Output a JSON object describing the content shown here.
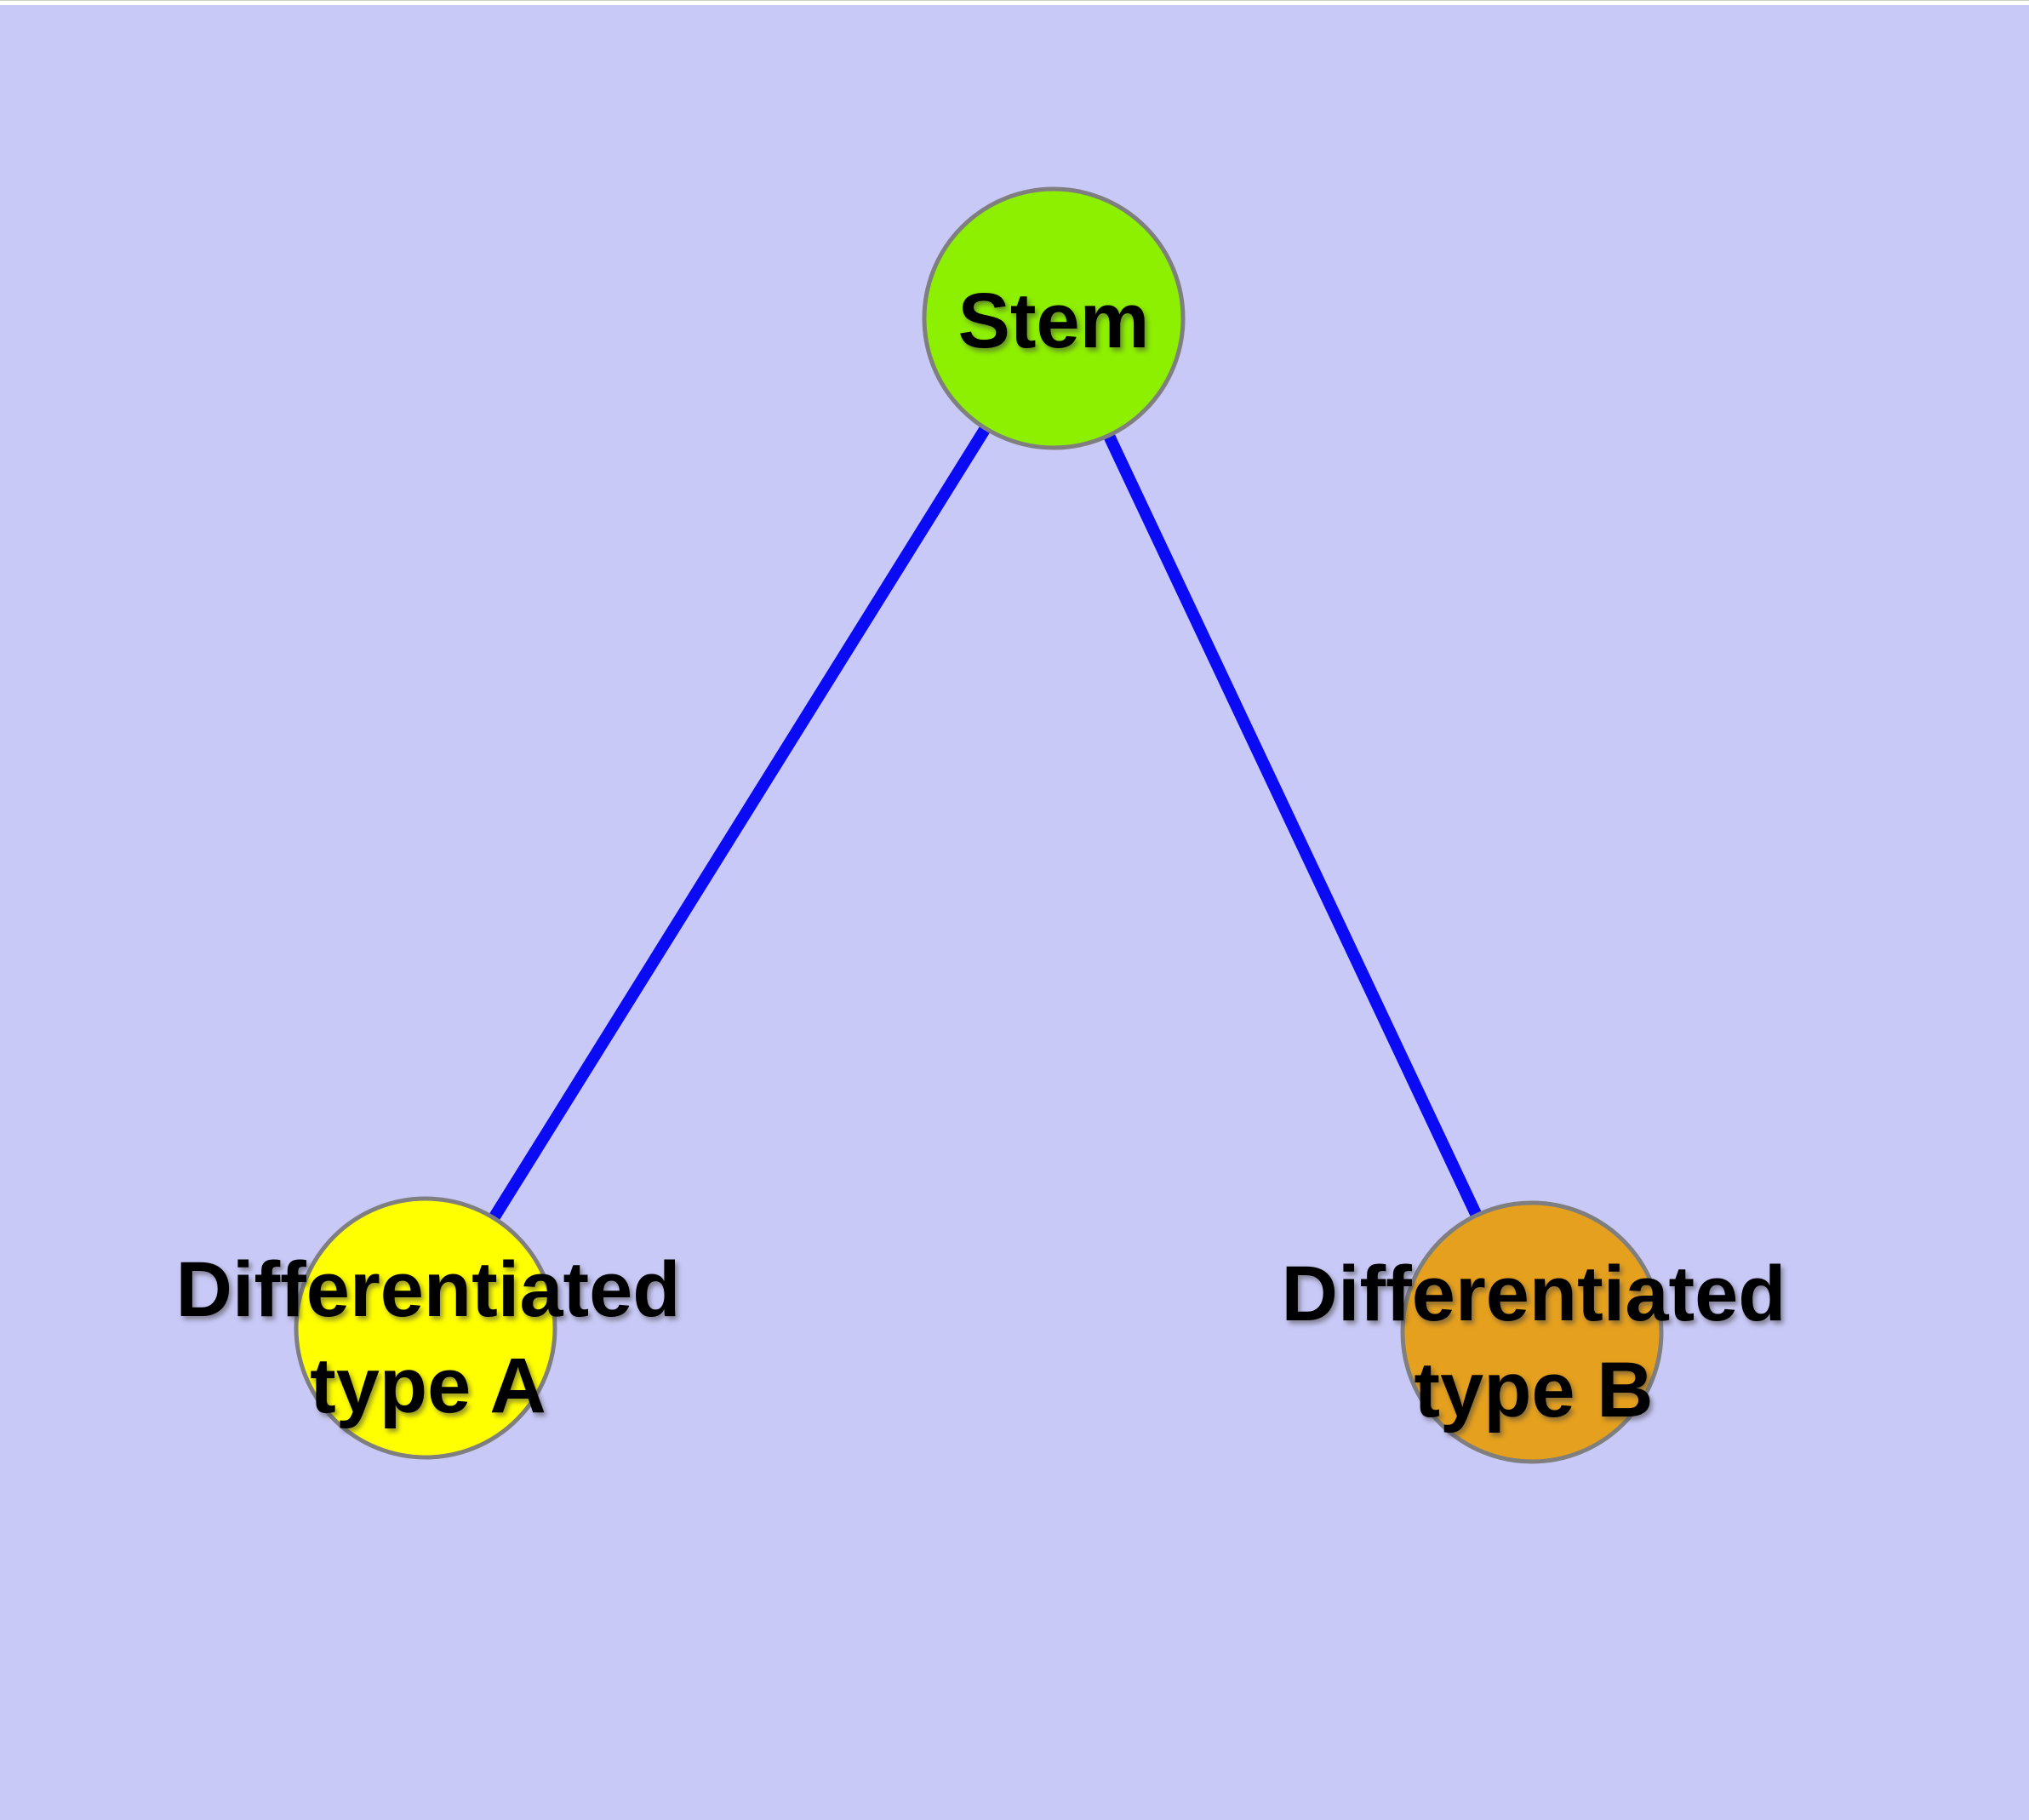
{
  "canvas": {
    "background_color": "#c9c9f7",
    "top_strip_color": "#ffffff"
  },
  "diagram": {
    "type": "node-link-tree",
    "edge_color": "#0a0af5",
    "node_border_color": "#7f7f7f",
    "text_color": "#000000",
    "nodes": [
      {
        "id": "stem",
        "label": "Stem",
        "fill": "#8df000"
      },
      {
        "id": "differentiated-type-a",
        "label_line1": "Differentiated",
        "label_line2": "type A",
        "label": "Differentiated type A",
        "fill": "#ffff00"
      },
      {
        "id": "differentiated-type-b",
        "label_line1": "Differentiated",
        "label_line2": "type B",
        "label": "Differentiated type B",
        "fill": "#e5a01e"
      }
    ],
    "edges": [
      {
        "from": "Stem",
        "to": "Differentiated type A"
      },
      {
        "from": "Stem",
        "to": "Differentiated type B"
      }
    ]
  }
}
